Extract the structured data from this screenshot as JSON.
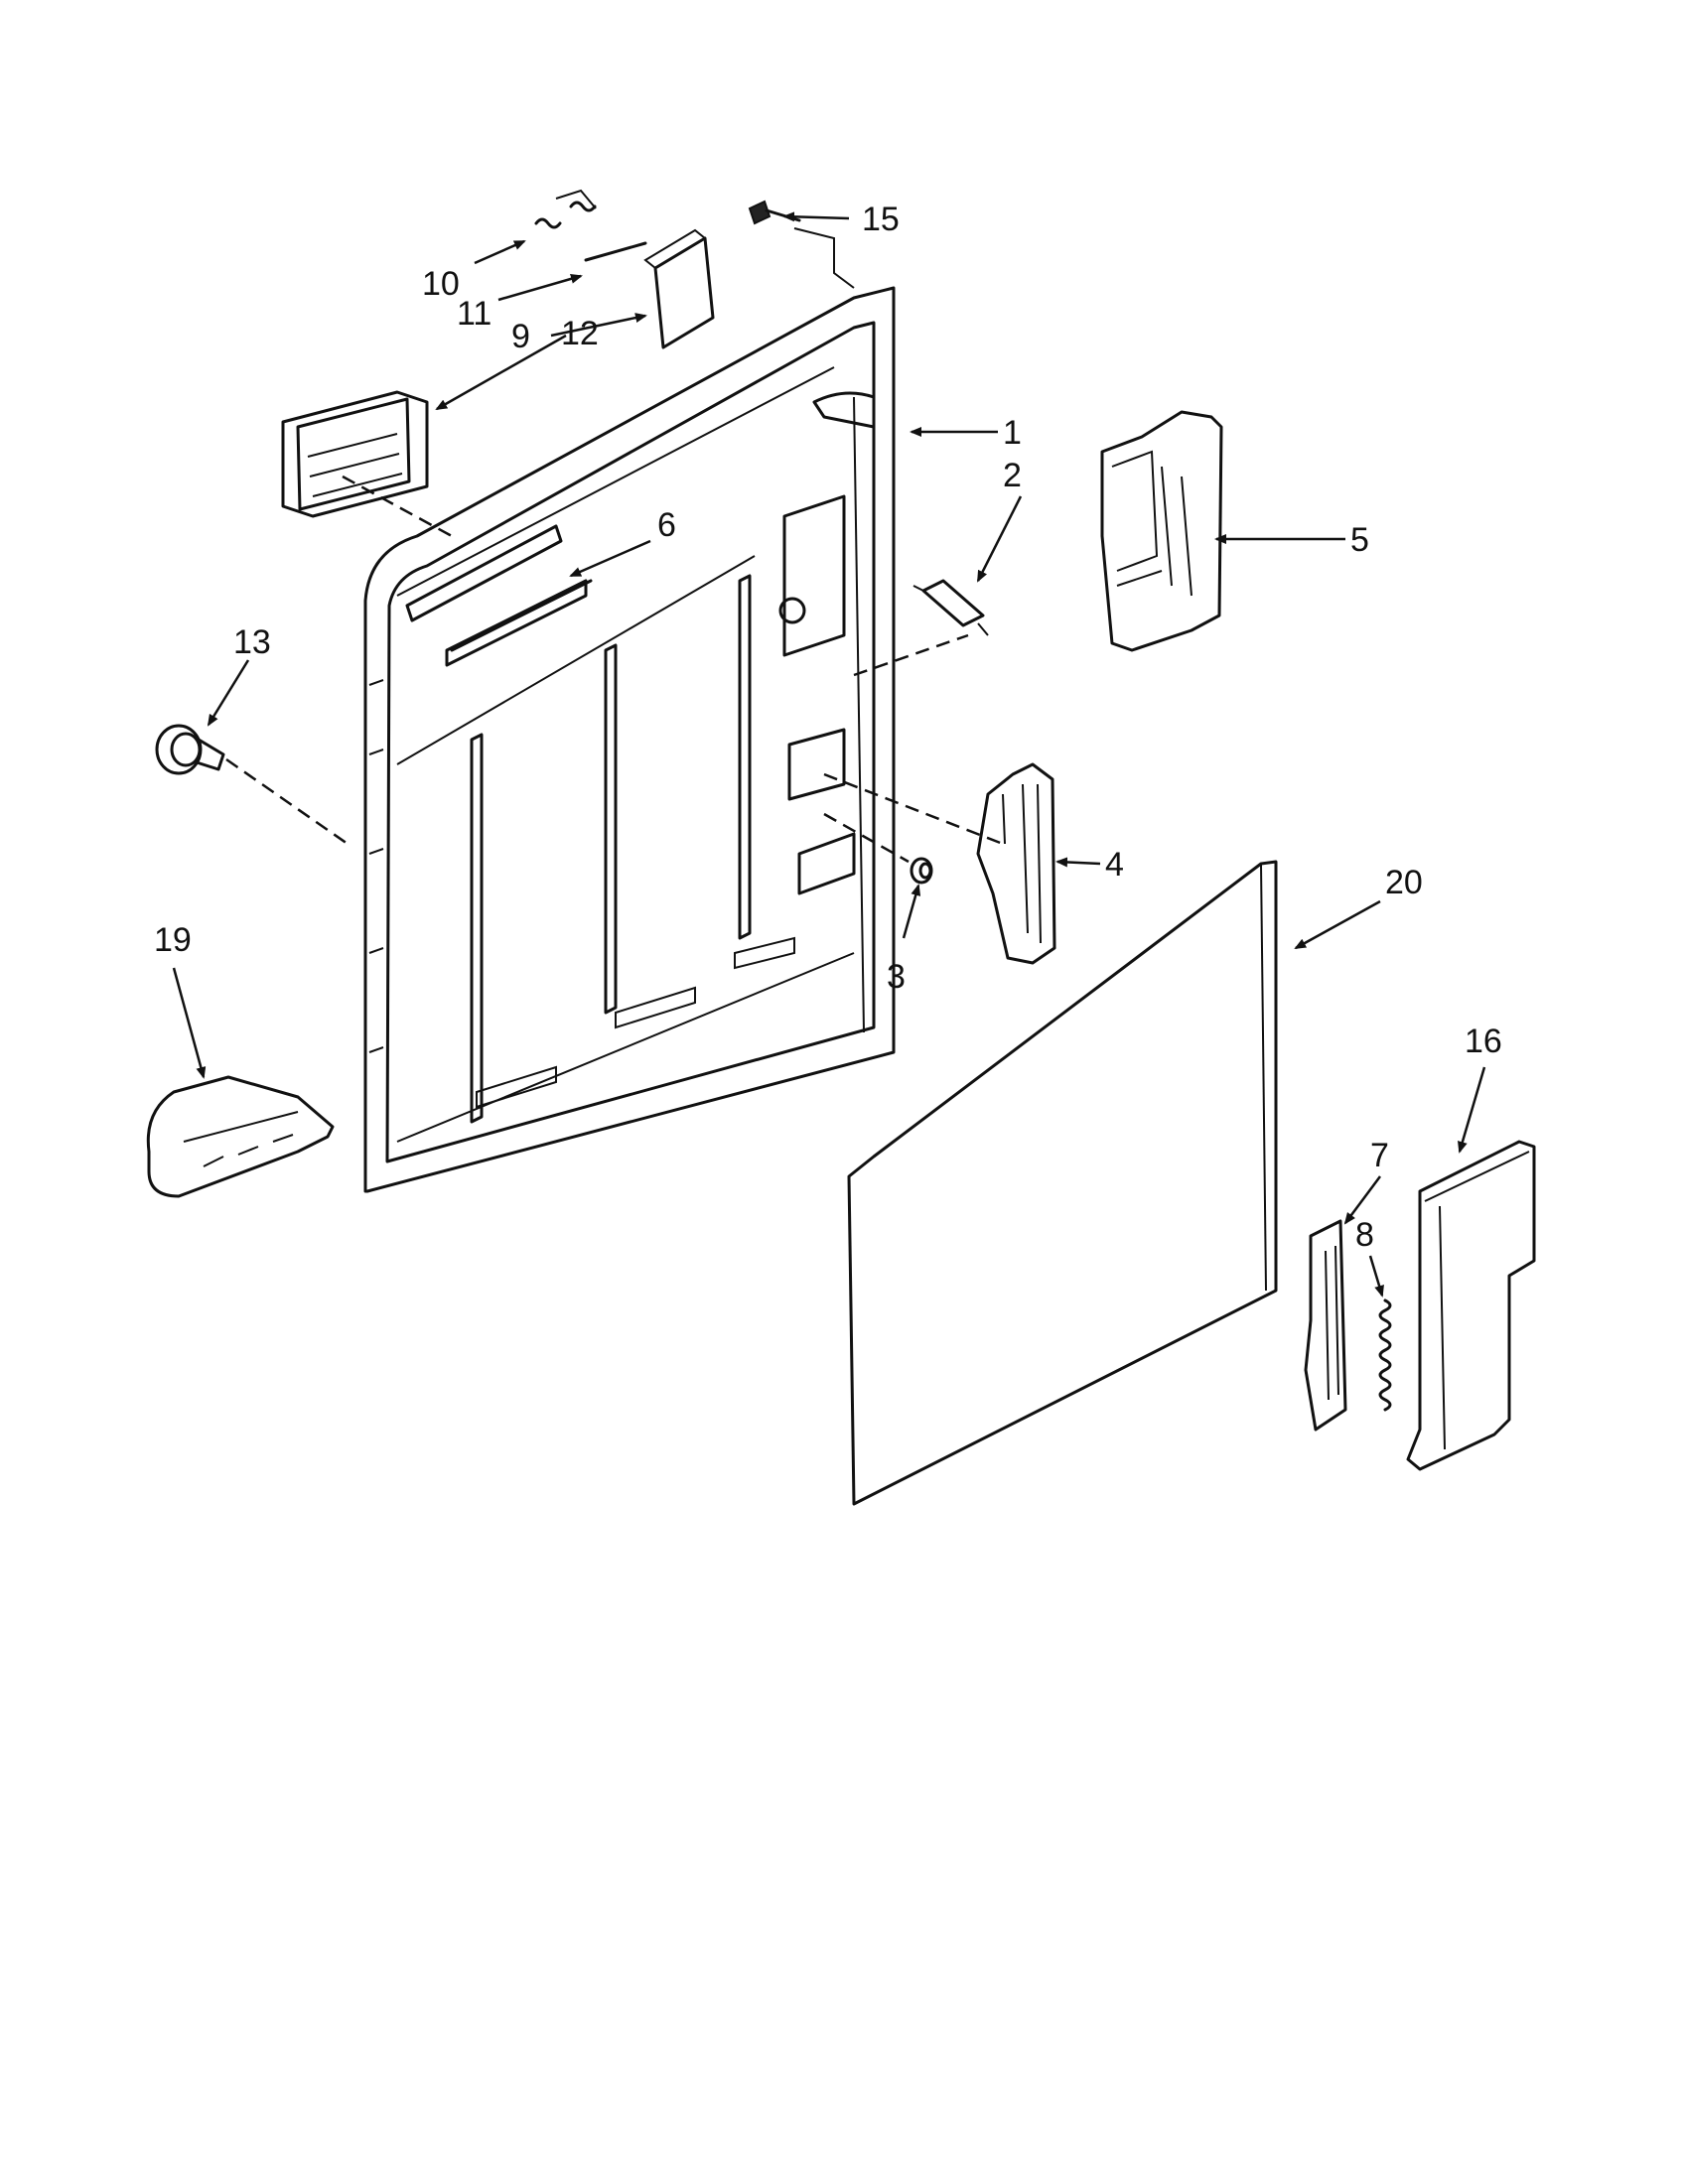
{
  "diagram": {
    "callouts": [
      {
        "id": "1",
        "text": "1"
      },
      {
        "id": "2",
        "text": "2"
      },
      {
        "id": "3",
        "text": "3"
      },
      {
        "id": "4",
        "text": "4"
      },
      {
        "id": "5",
        "text": "5"
      },
      {
        "id": "6",
        "text": "6"
      },
      {
        "id": "7",
        "text": "7"
      },
      {
        "id": "8",
        "text": "8"
      },
      {
        "id": "9",
        "text": "9"
      },
      {
        "id": "10",
        "text": "10"
      },
      {
        "id": "11",
        "text": "11"
      },
      {
        "id": "12",
        "text": "12"
      },
      {
        "id": "13",
        "text": "13"
      },
      {
        "id": "15",
        "text": "15"
      },
      {
        "id": "16",
        "text": "16"
      },
      {
        "id": "19",
        "text": "19"
      },
      {
        "id": "20",
        "text": "20"
      }
    ]
  }
}
